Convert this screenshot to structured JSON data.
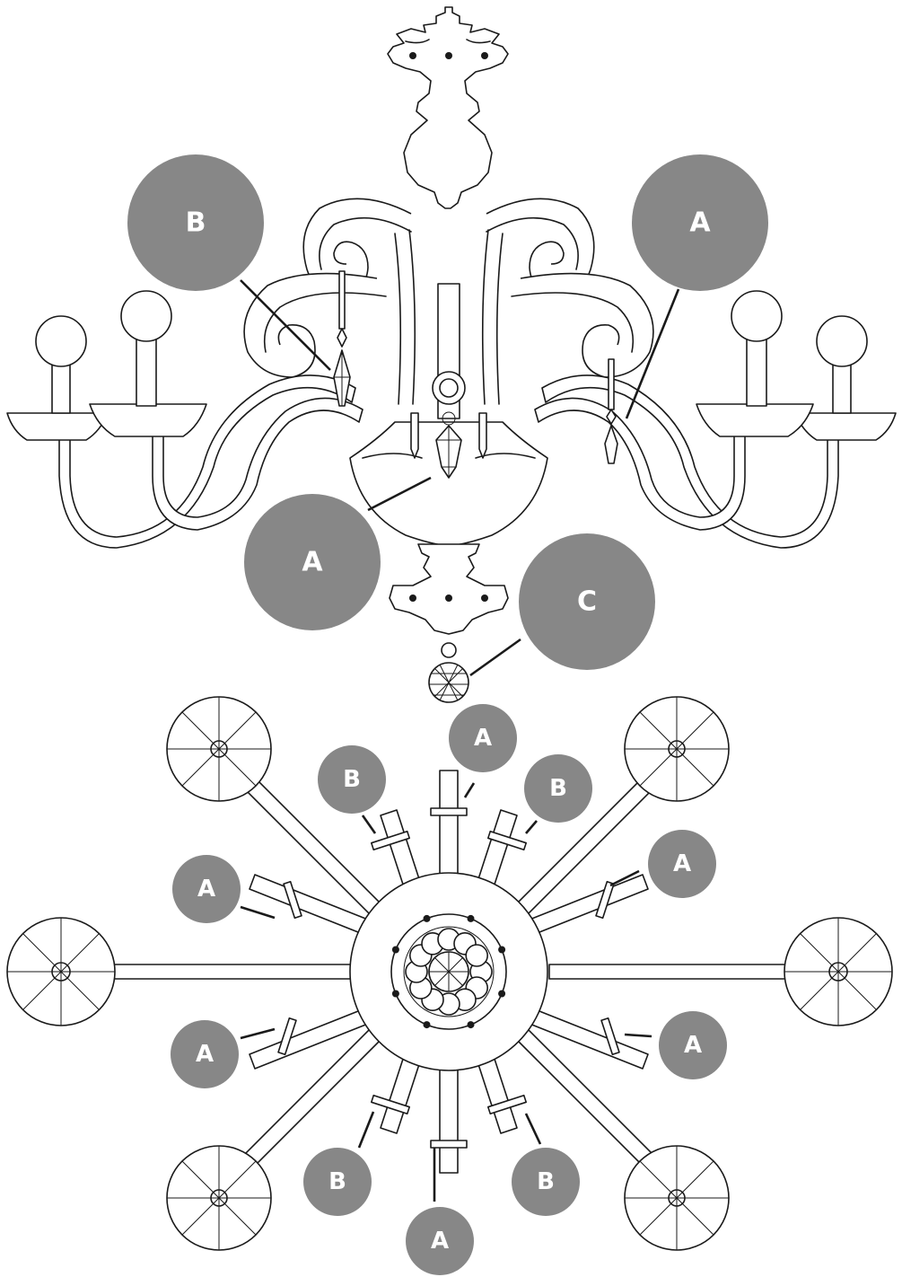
{
  "colors": {
    "callout": "#878787",
    "line": "#1a1a1a",
    "background": "#ffffff"
  },
  "side_view": {
    "callouts": [
      {
        "id": "side-b",
        "label": "B"
      },
      {
        "id": "side-a-right",
        "label": "A"
      },
      {
        "id": "side-a-center",
        "label": "A"
      },
      {
        "id": "side-c",
        "label": "C"
      }
    ]
  },
  "top_view": {
    "callouts": [
      {
        "id": "top-a-north",
        "label": "A"
      },
      {
        "id": "top-b-nnw",
        "label": "B"
      },
      {
        "id": "top-b-nne",
        "label": "B"
      },
      {
        "id": "top-a-wnw",
        "label": "A"
      },
      {
        "id": "top-a-ene",
        "label": "A"
      },
      {
        "id": "top-a-wsw",
        "label": "A"
      },
      {
        "id": "top-a-ese",
        "label": "A"
      },
      {
        "id": "top-b-ssw",
        "label": "B"
      },
      {
        "id": "top-b-sse",
        "label": "B"
      },
      {
        "id": "top-a-south",
        "label": "A"
      }
    ]
  }
}
